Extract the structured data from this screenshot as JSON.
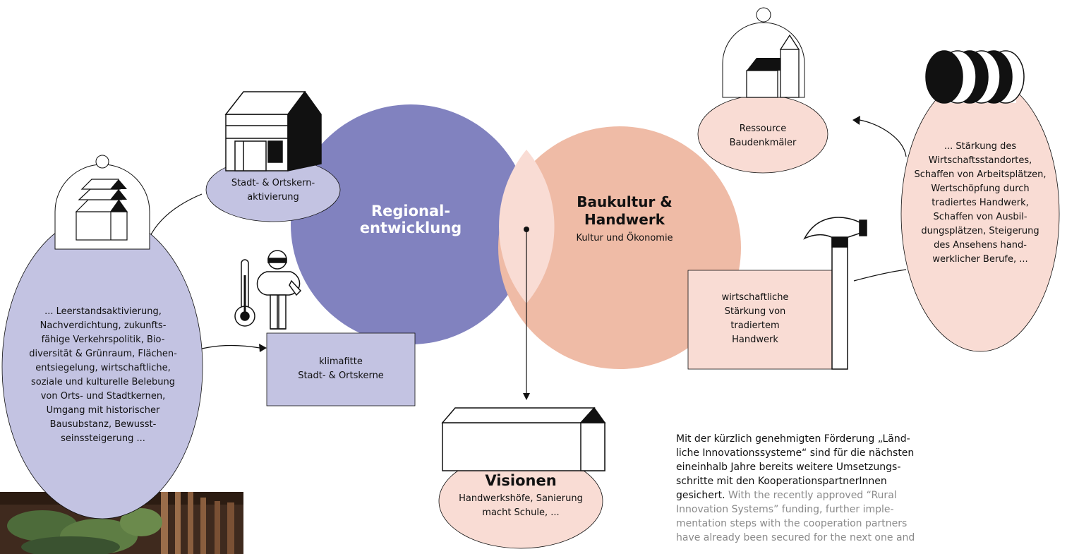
{
  "colors": {
    "purple_dark": "#8182bf",
    "purple_light": "#c3c3e2",
    "salmon": "#efbba6",
    "salmon_light": "#f9dcd4",
    "line": "#111111",
    "english_text": "#8a8a8a"
  },
  "circles": {
    "regional": {
      "line1": "Regional-",
      "line2": "entwicklung"
    },
    "baukultur": {
      "line1": "Baukultur &",
      "line2": "Handwerk",
      "subtitle": "Kultur und Ökonomie"
    }
  },
  "nodes": {
    "stadt_ortskern": [
      "Stadt- & Ortskern-",
      "aktivierung"
    ],
    "leerstand": [
      "... Leerstandsaktivierung,",
      "Nachverdichtung, zukunfts-",
      "fähige Verkehrspolitik, Bio-",
      "diversität & Grünraum, Flächen-",
      "entsiegelung, wirtschaftliche,",
      "soziale und kulturelle Belebung",
      "von Orts- und Stadtkernen,",
      "Umgang mit historischer",
      "Bausubstanz, Bewusst-",
      "seinssteigerung ..."
    ],
    "klimafitte": [
      "klimafitte",
      "Stadt- & Ortskerne"
    ],
    "ressource": [
      "Ressource",
      "Baudenkmäler"
    ],
    "staerkung": [
      "... Stärkung des",
      "Wirtschaftsstandortes,",
      "Schaffen von Arbeitsplätzen,",
      "Wertschöpfung durch",
      "tradiertes Handwerk,",
      "Schaffen von Ausbil-",
      "dungsplätzen, Steigerung",
      "des Ansehens hand-",
      "werklicher Berufe, ..."
    ],
    "wirtschaftliche": [
      "wirtschaftliche",
      "Stärkung von",
      "tradiertem",
      "Handwerk"
    ],
    "visionen": {
      "title": "Visionen",
      "lines": [
        "Handwerkshöfe, Sanierung",
        "macht Schule, ..."
      ]
    }
  },
  "paragraph": {
    "german": "Mit der kürzlich genehmigten Förderung „Länd-liche Innovationssysteme“ sind für die nächsten eineinhalb Jahre bereits weitere Umsetzungs-schritte mit den KooperationspartnerInnen gesichert.",
    "german_lines": [
      "Mit der kürzlich genehmigten Förderung „Länd-",
      "liche Innovationssysteme“ sind für die nächsten",
      "eineinhalb Jahre bereits weitere Umsetzungs-",
      "schritte mit den KooperationspartnerInnen",
      "gesichert."
    ],
    "english_lines": [
      "With the recently approved “Rural",
      "Innovation Systems” funding, further imple-",
      "mentation steps with the cooperation partners",
      "have already been secured for the next one and"
    ]
  },
  "icons": [
    "house-under-dome-icon",
    "shop-building-icon",
    "stacked-roofs-dome-icon",
    "thermometer-figure-icon",
    "church-under-dome-icon",
    "coin-stack-icon",
    "hammer-icon",
    "long-house-icon"
  ]
}
